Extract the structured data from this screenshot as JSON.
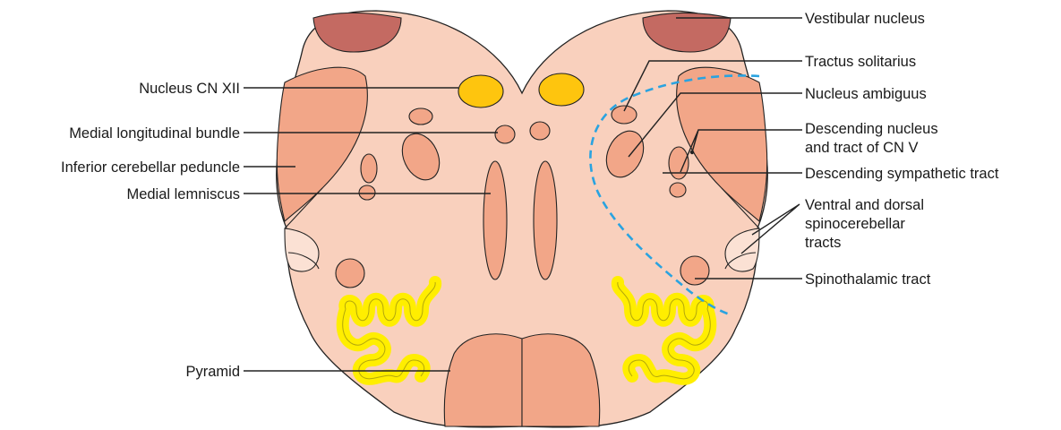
{
  "colors": {
    "tissue": "#f9d0bd",
    "tract": "#f2a688",
    "vestibular": "#c46a62",
    "cn12": "#fec50e",
    "olive": "#ffee00",
    "boundary": "#2aa3e0",
    "spinocerebellar": "#fbe1d4"
  },
  "labels_left": {
    "nucleus_cn12": "Nucleus CN XII",
    "mlf": "Medial longitudinal bundle",
    "icp": "Inferior cerebellar peduncle",
    "medial_lemniscus": "Medial lemniscus",
    "pyramid": "Pyramid"
  },
  "labels_right": {
    "vestibular": "Vestibular nucleus",
    "tractus_solitarius": "Tractus solitarius",
    "nucleus_ambiguus": "Nucleus ambiguus",
    "desc_cn5_line1": "Descending nucleus",
    "desc_cn5_line2": "and tract of CN V",
    "desc_symp": "Descending sympathetic tract",
    "spinocerebellar_line1": "Ventral and dorsal",
    "spinocerebellar_line2": "spinocerebellar",
    "spinocerebellar_line3": "tracts",
    "spinothalamic": "Spinothalamic tract"
  }
}
